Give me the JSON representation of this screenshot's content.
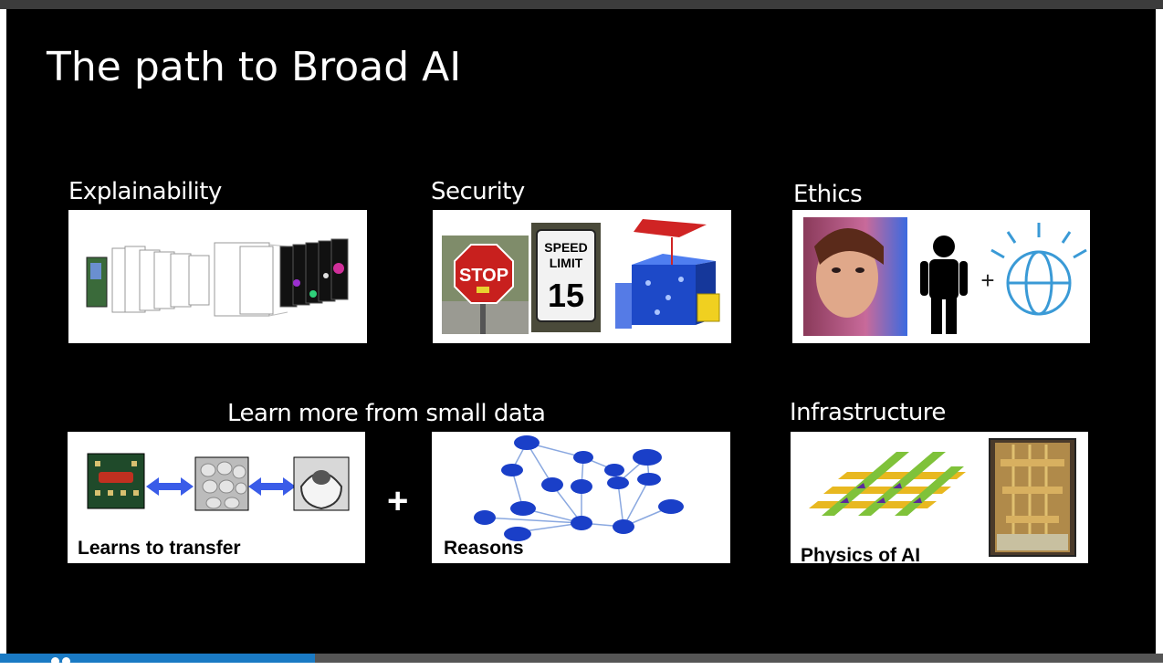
{
  "slide": {
    "title": "The path to Broad AI",
    "sections": {
      "explainability": "Explainability",
      "security": "Security",
      "ethics": "Ethics",
      "small_data": "Learn more from small data",
      "infrastructure": "Infrastructure"
    },
    "captions": {
      "transfer": "Learns to transfer",
      "reasons": "Reasons",
      "physics": "Physics of AI"
    },
    "security_signs": {
      "stop": "STOP",
      "speed": "SPEED",
      "limit": "LIMIT",
      "speed_value": "15"
    },
    "plus": "+"
  },
  "colors": {
    "accent": "#1a7ac4",
    "graph_node": "#1a3fc8",
    "arrow": "#3a5ce8"
  }
}
